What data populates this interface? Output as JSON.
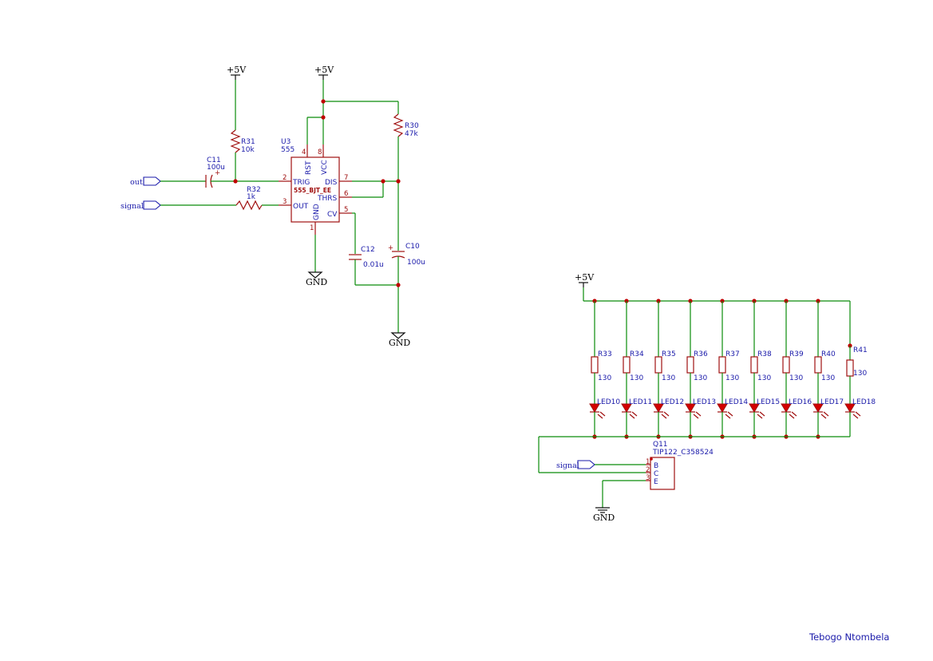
{
  "power": {
    "vcc_label": "+5V",
    "gnd_label": "GND"
  },
  "nets": {
    "out": "out",
    "signal": "signal"
  },
  "u3": {
    "ref": "U3",
    "value": "555",
    "part": "555_BJT_EE",
    "pins": {
      "rst": "RST",
      "vcc": "VCC",
      "trig": "TRIG",
      "out": "OUT",
      "gnd": "GND",
      "dis": "DIS",
      "thrs": "THRS",
      "cv": "CV",
      "n1": "1",
      "n2": "2",
      "n3": "3",
      "n4": "4",
      "n5": "5",
      "n6": "6",
      "n7": "7",
      "n8": "8"
    }
  },
  "r31": {
    "ref": "R31",
    "value": "10k"
  },
  "r30": {
    "ref": "R30",
    "value": "47k"
  },
  "r32": {
    "ref": "R32",
    "value": "1k"
  },
  "c11": {
    "ref": "C11",
    "value": "100u",
    "plus": "+"
  },
  "c10": {
    "ref": "C10",
    "value": "100u",
    "plus": "+"
  },
  "c12": {
    "ref": "C12",
    "value": "0.01u"
  },
  "resistors": [
    {
      "ref": "R33",
      "value": "130"
    },
    {
      "ref": "R34",
      "value": "130"
    },
    {
      "ref": "R35",
      "value": "130"
    },
    {
      "ref": "R36",
      "value": "130"
    },
    {
      "ref": "R37",
      "value": "130"
    },
    {
      "ref": "R38",
      "value": "130"
    },
    {
      "ref": "R39",
      "value": "130"
    },
    {
      "ref": "R40",
      "value": "130"
    },
    {
      "ref": "R41",
      "value": "130"
    }
  ],
  "leds": [
    "LED10",
    "LED11",
    "LED12",
    "LED13",
    "LED14",
    "LED15",
    "LED16",
    "LED17",
    "LED18"
  ],
  "q11": {
    "ref": "Q11",
    "value": "TIP122_C358524",
    "pins": {
      "b": "B",
      "c": "C",
      "e": "E",
      "n1": "1",
      "n2": "2",
      "n3": "3"
    }
  },
  "author": "Tebogo Ntombela"
}
